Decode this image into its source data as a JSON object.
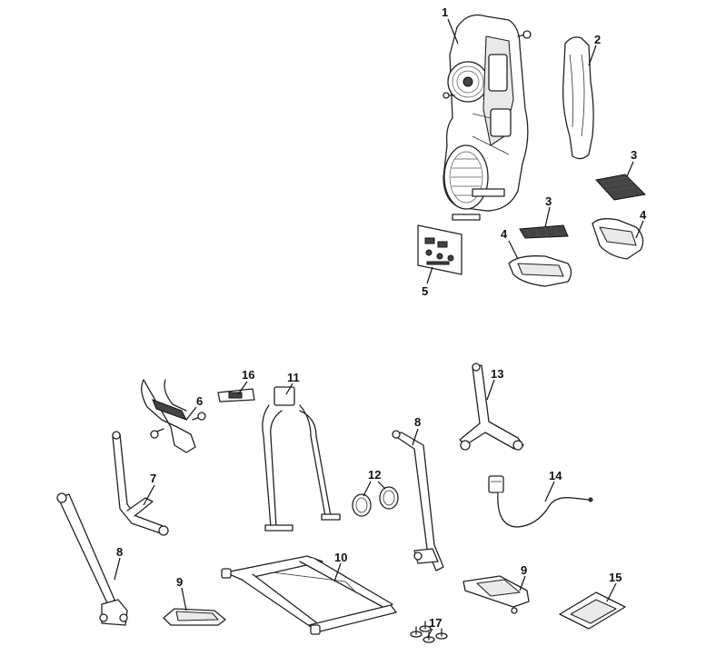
{
  "callouts": {
    "c1": "1",
    "c2": "2",
    "c3a": "3",
    "c3b": "3",
    "c4a": "4",
    "c4b": "4",
    "c5": "5",
    "c6": "6",
    "c7": "7",
    "c8a": "8",
    "c8b": "8",
    "c9a": "9",
    "c9b": "9",
    "c10": "10",
    "c11": "11",
    "c12": "12",
    "c13": "13",
    "c14": "14",
    "c15": "15",
    "c16": "16",
    "c17": "17"
  }
}
